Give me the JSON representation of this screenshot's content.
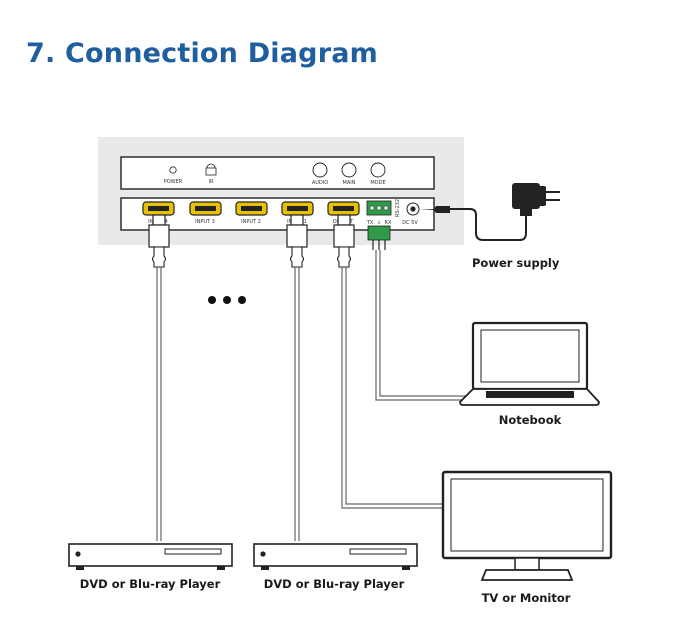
{
  "title": "7. Connection Diagram",
  "device": {
    "front_labels": [
      "POWER",
      "IR",
      "AUDIO",
      "MAIN",
      "MODE"
    ],
    "port_labels": [
      "INPUT 4",
      "INPUT 3",
      "INPUT 2",
      "INPUT 1",
      "OUTPUT"
    ],
    "terminal_labels": [
      "TX",
      "RX"
    ],
    "rs232_label": "RS-232",
    "dc_label": "DC 5V"
  },
  "labels": {
    "power_supply": "Power supply",
    "notebook": "Notebook",
    "tv": "TV or Monitor",
    "player_left": "DVD or Blu-ray Player",
    "player_right": "DVD or Blu-ray Player"
  },
  "colors": {
    "title": "#1f5fa0",
    "panel": "#e9e9e9",
    "hdmi_gold": "#e8c200",
    "cable": "#777777",
    "terminal_green": "#2e9a4a"
  }
}
